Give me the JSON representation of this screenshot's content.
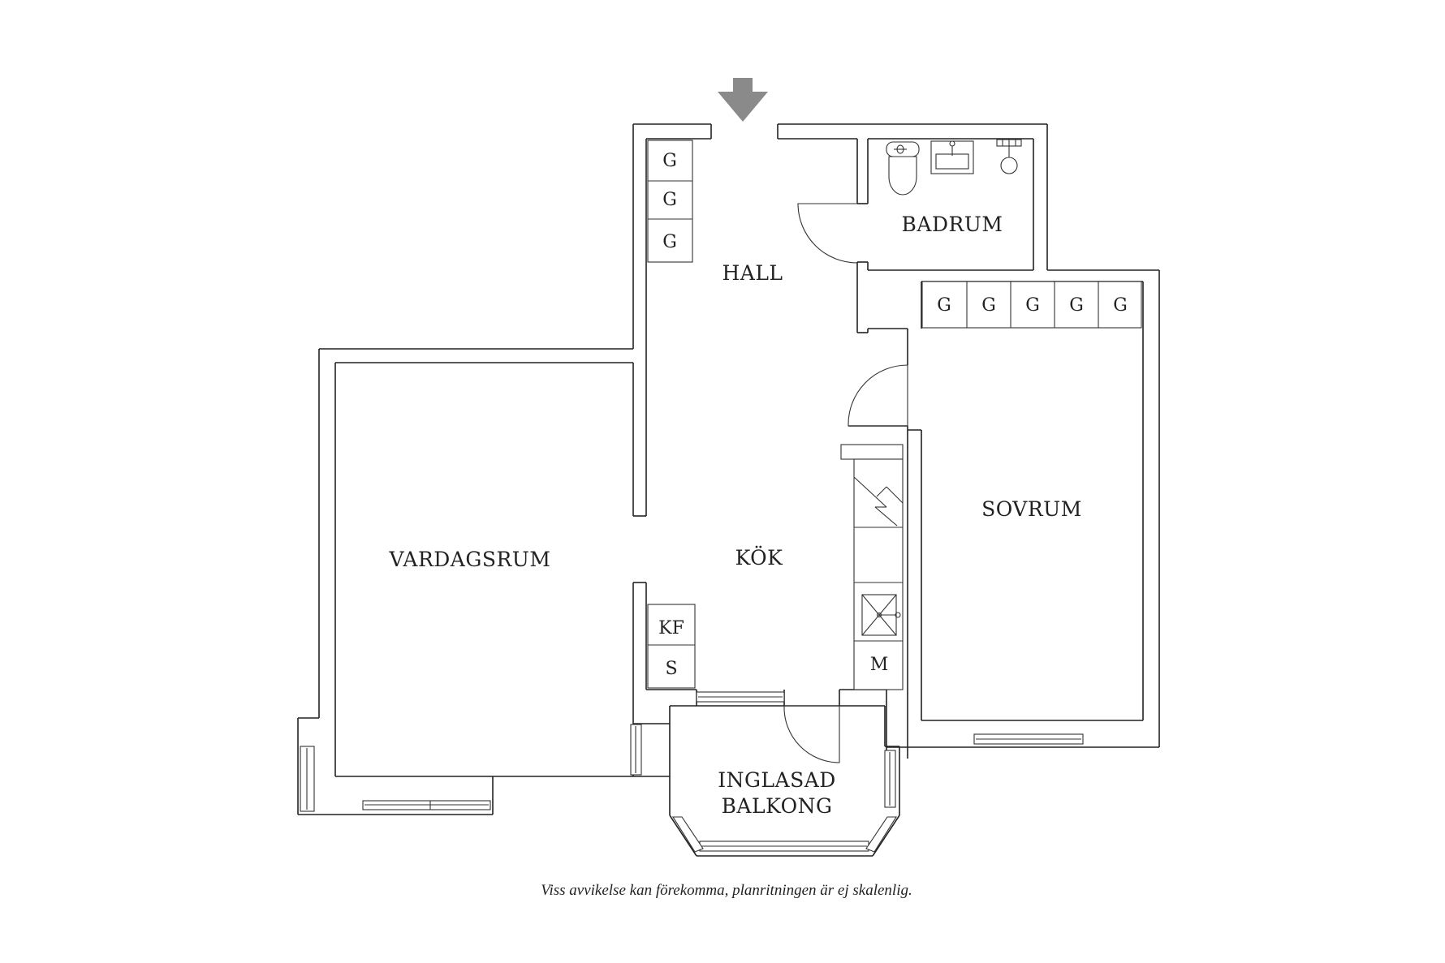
{
  "rooms": {
    "hall": "HALL",
    "badrum": "BADRUM",
    "sovrum": "SOVRUM",
    "vardagsrum": "VARDAGSRUM",
    "kok": "KÖK",
    "balkong_line1": "INGLASAD",
    "balkong_line2": "BALKONG"
  },
  "hall_wardrobes": [
    "G",
    "G",
    "G"
  ],
  "bedroom_wardrobes": [
    "G",
    "G",
    "G",
    "G",
    "G"
  ],
  "kitchen_units": {
    "fridge_freezer": "KF",
    "storage": "S",
    "microwave": "M"
  },
  "disclaimer": "Viss avvikelse kan förekomma, planritningen är ej skalenlig.",
  "icons": [
    "entrance-arrow-icon",
    "toilet-icon",
    "sink-icon",
    "shower-icon",
    "stove-icon",
    "kitchen-sink-icon"
  ]
}
